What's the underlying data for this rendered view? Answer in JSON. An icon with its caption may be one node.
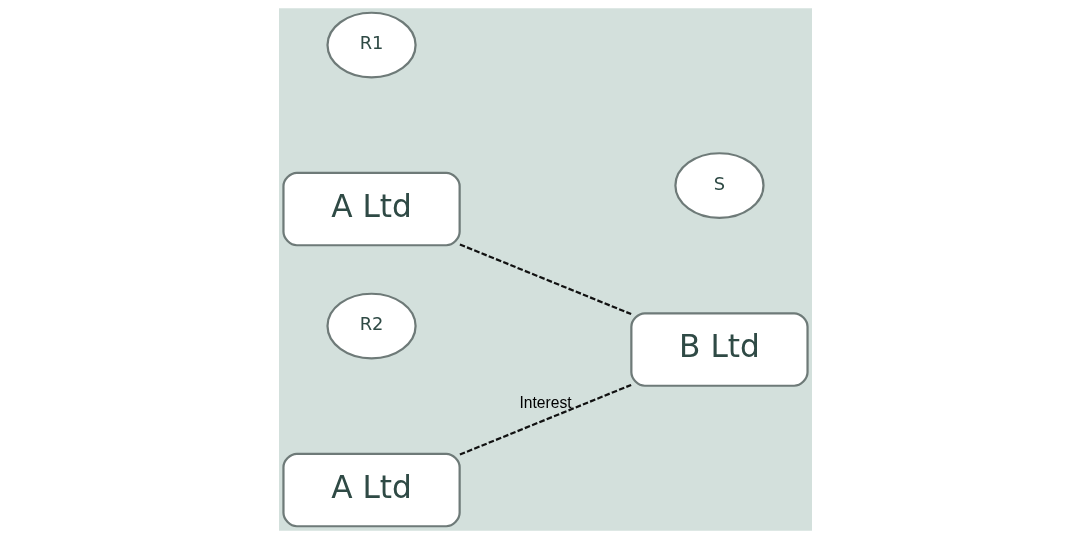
{
  "diagram": {
    "nodes": [
      {
        "text": [
          "R1"
        ]
      },
      {
        "text": [
          "A Ltd"
        ]
      },
      {
        "text": [
          "R2"
        ]
      },
      {
        "text": [
          "A Ltd"
        ]
      },
      {
        "text": [
          "S"
        ]
      },
      {
        "text": [
          "B Ltd"
        ]
      }
    ],
    "edges": [
      {
        "from": 1,
        "to": 5,
        "arrow": "none",
        "style": "dashed"
      },
      {
        "from": 3,
        "to": 5,
        "arrow": "none",
        "style": "dashed",
        "label": "Interest"
      }
    ]
  }
}
